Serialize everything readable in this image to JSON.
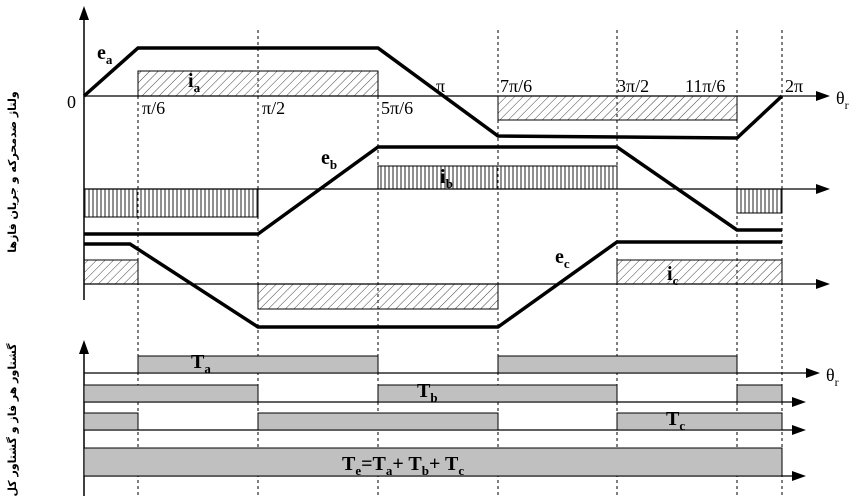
{
  "top_labels": {
    "zero": "0",
    "theta": "θ",
    "theta_sub": "r",
    "pi6": "π/6",
    "pi2": "π/2",
    "pi5_6": "5π/6",
    "pi": "π",
    "pi7_6": "7π/6",
    "pi3_2": "3π/2",
    "pi11_6": "11π/6",
    "two_pi": "2π"
  },
  "emf": {
    "ea": "e",
    "ea_sub": "a",
    "eb": "e",
    "eb_sub": "b",
    "ec": "e",
    "ec_sub": "c"
  },
  "currents": {
    "ia": "i",
    "ia_sub": "a",
    "ib": "i",
    "ib_sub": "b",
    "ic": "i",
    "ic_sub": "c"
  },
  "torque": {
    "ta": "T",
    "ta_sub": "a",
    "tb": "T",
    "tb_sub": "b",
    "tc": "T",
    "tc_sub": "c",
    "total_te": "T",
    "total_te_sub": "e",
    "eq1": "=T",
    "eq1_sub": "a",
    "eq2": "+ T",
    "eq2_sub": "b",
    "eq3": "+ T",
    "eq3_sub": "c",
    "theta": "θ",
    "theta_sub": "r"
  },
  "axis_titles": {
    "upper": "ولتاژ ضدمحرکه و جریان فازها",
    "lower": "گشتاور هر فاز و گشتاور کل"
  },
  "colors": {
    "ink": "#000000",
    "torque_fill": "#c0c0c0",
    "hatch": "#444444"
  }
}
